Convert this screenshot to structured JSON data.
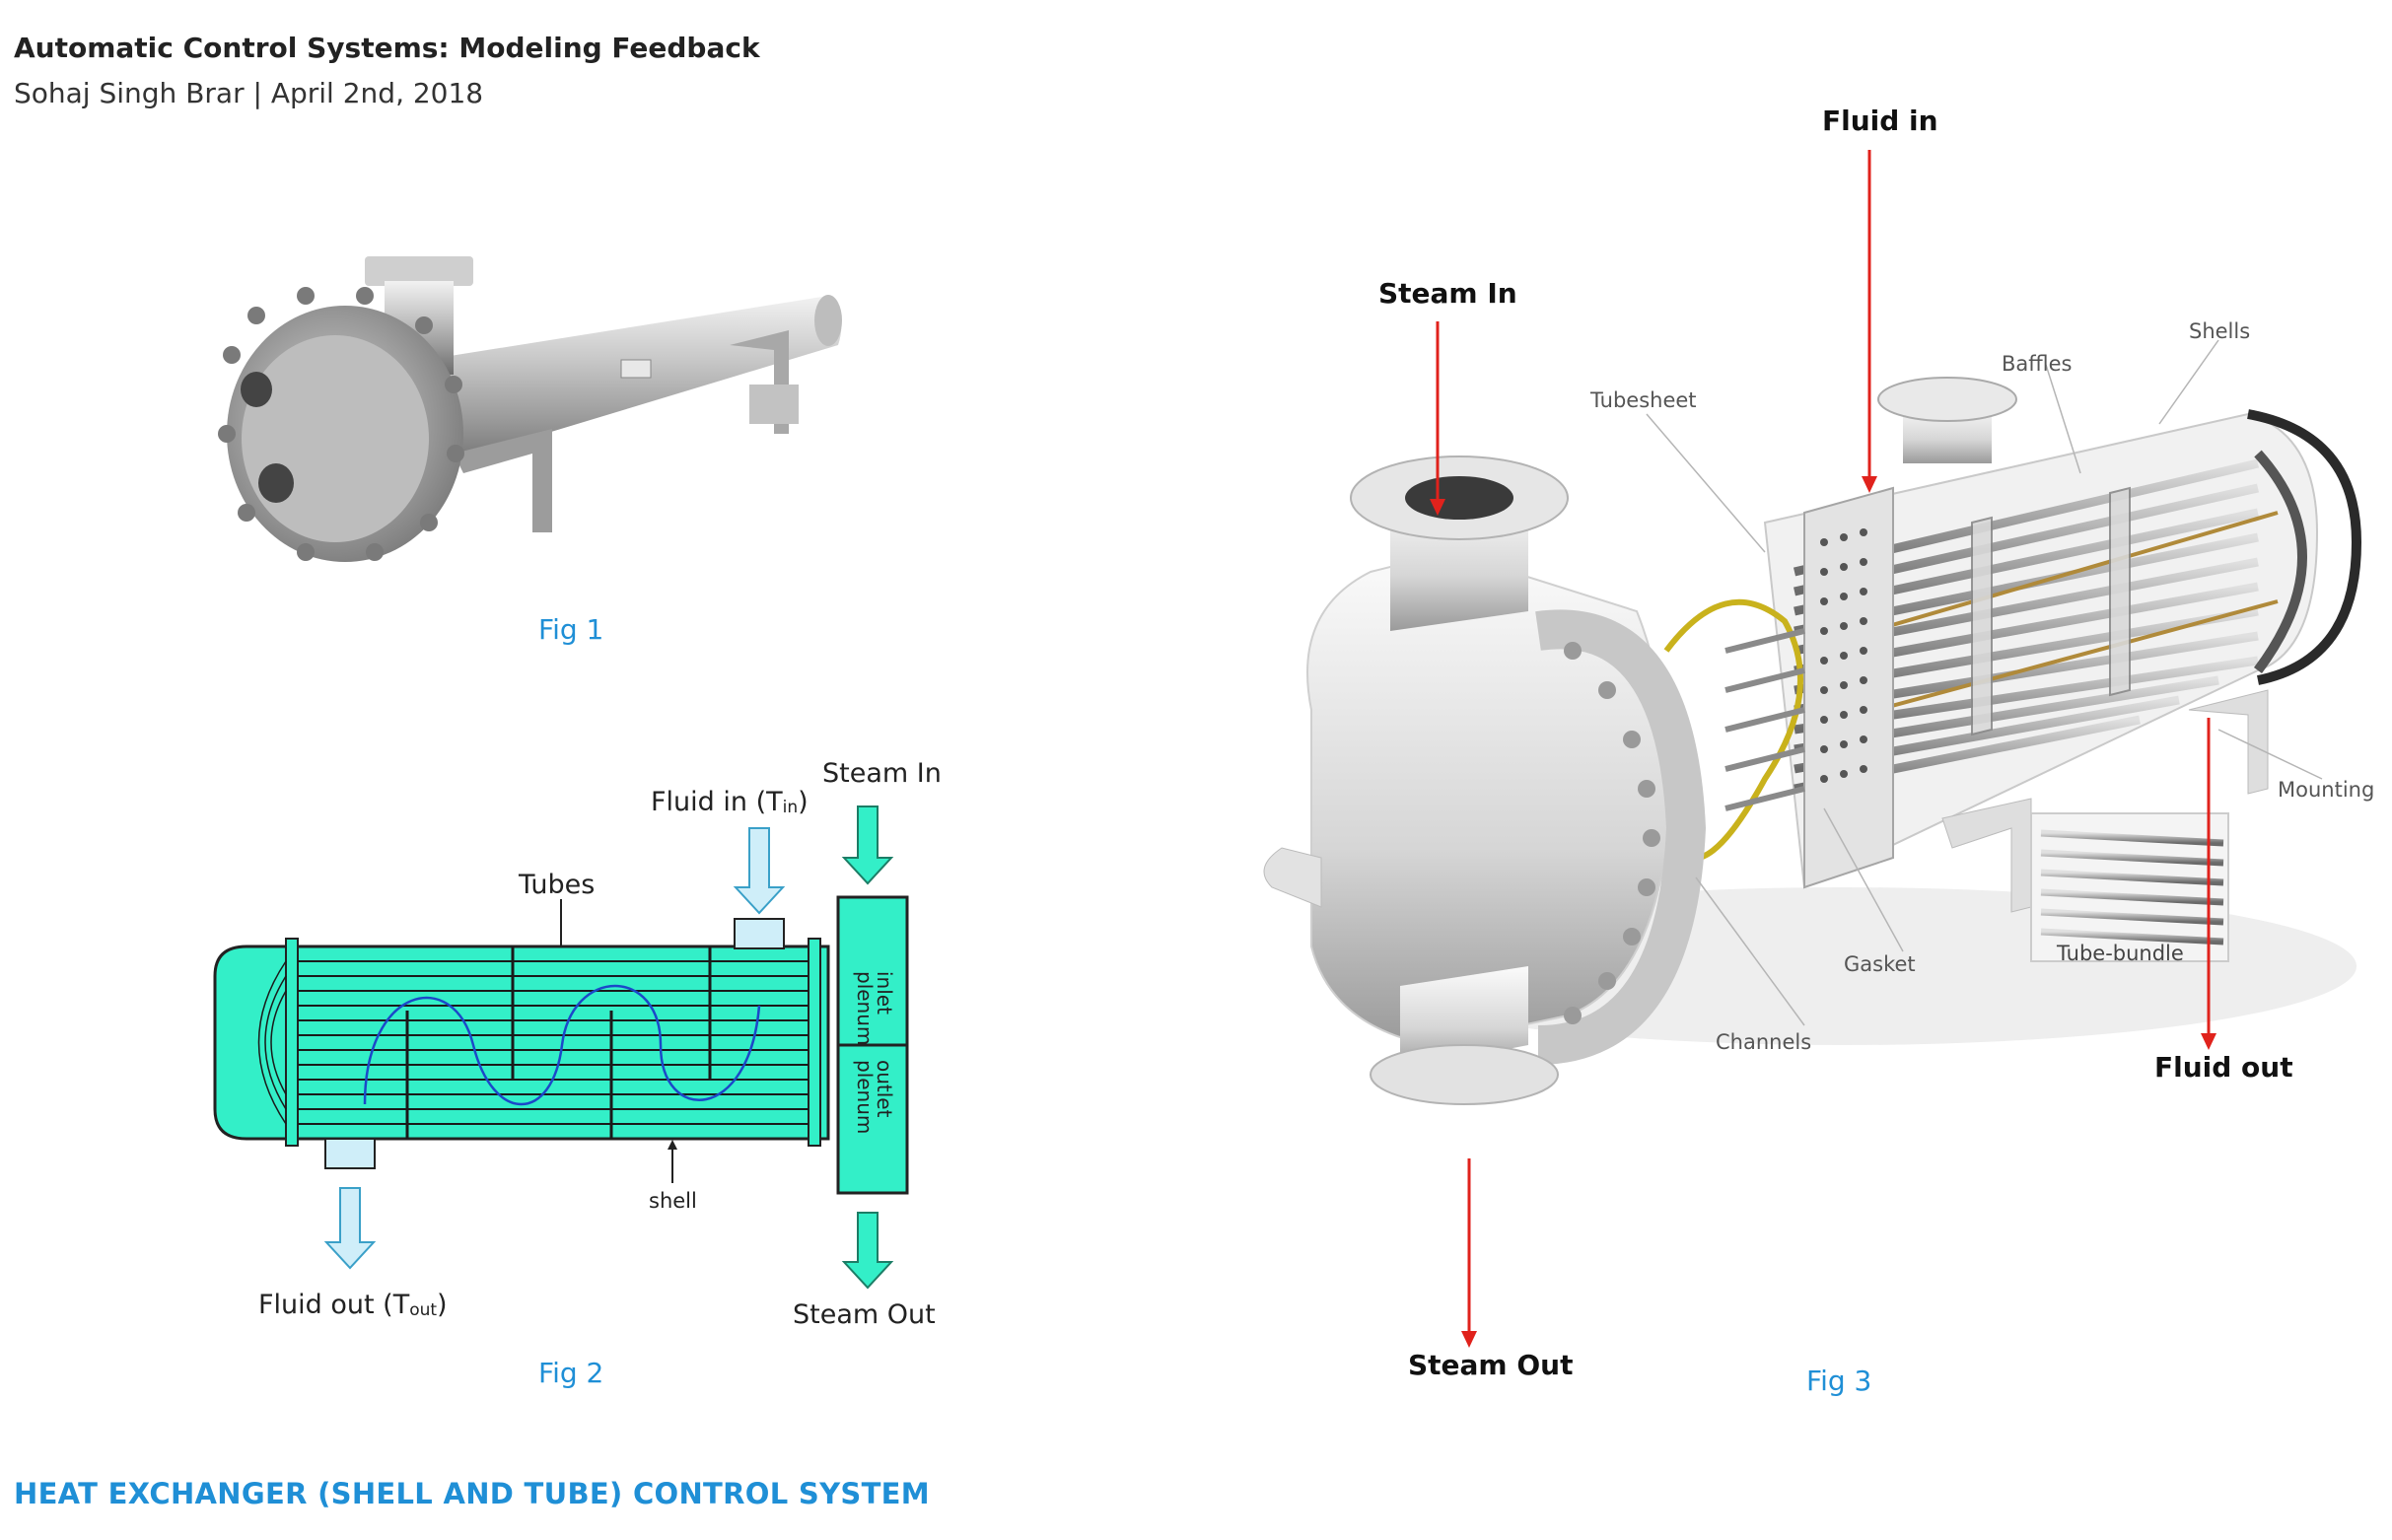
{
  "header": {
    "title": "Automatic Control Systems: Modeling Feedback",
    "byline": "Sohaj Singh Brar | April 2nd, 2018"
  },
  "fig1": {
    "caption": "Fig 1"
  },
  "fig2": {
    "caption": "Fig 2",
    "labels": {
      "fluid_in": "Fluid in (T",
      "fluid_in_sub": "in",
      "fluid_in_close": ")",
      "steam_in": "Steam In",
      "tubes": "Tubes",
      "inlet_plenum_1": "inlet",
      "inlet_plenum_2": "plenum",
      "outlet_plenum_1": "outlet",
      "outlet_plenum_2": "plenum",
      "shell": "shell",
      "fluid_out": "Fluid out (T",
      "fluid_out_sub": "out",
      "fluid_out_close": ")",
      "steam_out": "Steam Out"
    }
  },
  "fig3": {
    "caption": "Fig 3",
    "labels": {
      "fluid_in": "Fluid in",
      "steam_in": "Steam In",
      "tubesheet": "Tubesheet",
      "baffles": "Baffles",
      "shells": "Shells",
      "mounting": "Mounting",
      "tube_bundle": "Tube-bundle",
      "gasket": "Gasket",
      "channels": "Channels",
      "fluid_out": "Fluid out",
      "steam_out": "Steam Out"
    }
  },
  "section": {
    "heading": "HEAT EXCHANGER (SHELL AND TUBE) CONTROL SYSTEM"
  },
  "colors": {
    "accent": "#1f8fd6",
    "cyan": "#33efc8",
    "arrow_red": "#e0221c",
    "pale_blue": "#cfeef9"
  }
}
